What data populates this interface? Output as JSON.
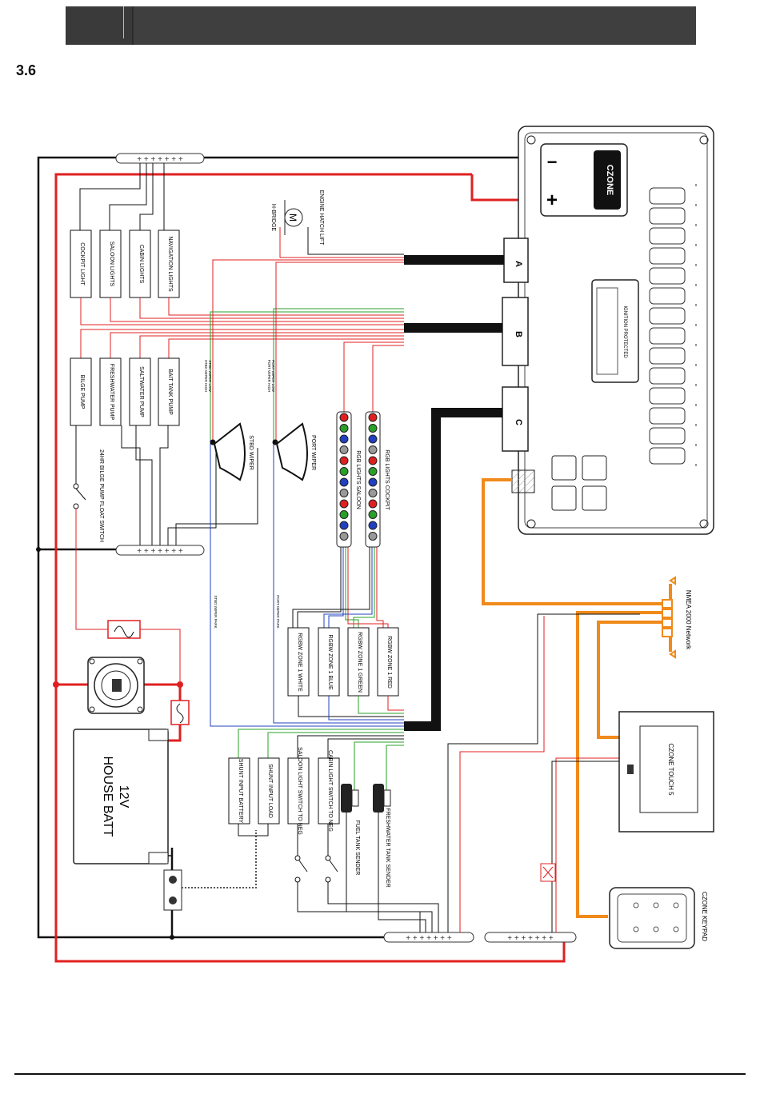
{
  "section_number": "3.6",
  "colors": {
    "positive": "#e02020",
    "negative": "#111111",
    "nmea": "#f08a1a",
    "signal_green": "#2aa02a",
    "signal_blue": "#2040c0",
    "header": "#3a3a3a"
  },
  "controller": {
    "port_a": "A",
    "port_b": "B",
    "port_c": "C",
    "minus": "−",
    "plus": "+",
    "logo": "CZONE",
    "cover_text": "IGNITION PROTECTED"
  },
  "loads_top": [
    "COCKPIT LIGHT",
    "SALOON LIGHTS",
    "CABIN LIGHTS",
    "NAVIGATION LIGHTS"
  ],
  "pumps": [
    "BILGE PUMP",
    "FRESHWATER PUMP",
    "SALTWATER PUMP",
    "BAIT TANK PUMP"
  ],
  "motor": {
    "symbol": "M",
    "label": "ENGINE HATCH LIFT",
    "driver": "H-BRIDGE"
  },
  "wipers": {
    "stbd": "STBD WIPER",
    "port": "PORT WIPER",
    "stbd_low": "STBD WIPER LOW",
    "stbd_high": "STBD WIPER HIGH",
    "port_low": "PORT WIPER LOW",
    "port_high": "PORT WIPER HIGH",
    "stbd_park": "STBD WIPER PARK",
    "port_park": "PORT WIPER PARK"
  },
  "rgb_lights": {
    "saloon": "RGB LIGHTS SALOON",
    "cockpit": "RGB LIGHTS COCKPIT"
  },
  "zones": [
    "RGBW ZONE 1 WHITE",
    "RGBW ZONE 1 BLUE",
    "RGBW ZONE 1 GREEN",
    "RGBW ZONE 1 RED"
  ],
  "float_switch": "24HR BILGE PUMP FLOAT SWITCH",
  "battery": {
    "voltage": "12V",
    "name": "HOUSE BATT"
  },
  "shunt": [
    "SHUNT INPUT BATTERY",
    "SHUNT INPUT LOAD"
  ],
  "switches": [
    "SALOON LIGHT SWITCH TO NEG",
    "CABIN LIGHT SWITCH TO NEG"
  ],
  "senders": [
    "FUEL TANK SENDER",
    "FRESHWATER TANK SENDER"
  ],
  "nmea": "NMEA 2000 Network",
  "touch": "CZONE TOUCH 5",
  "keypad": "CZONE KEYPAD"
}
